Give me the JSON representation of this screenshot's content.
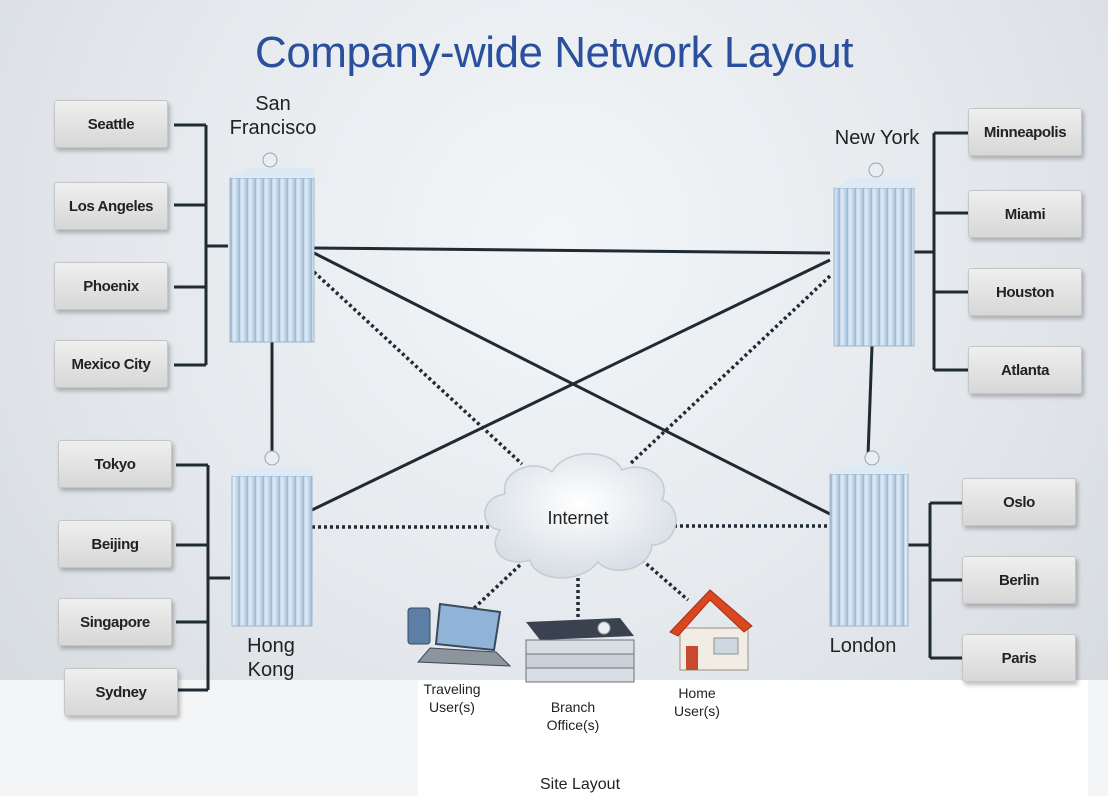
{
  "title": "Company-wide Network Layout",
  "hubs": {
    "sf": {
      "label_line1": "San",
      "label_line2": "Francisco"
    },
    "ny": {
      "label": "New York"
    },
    "hk": {
      "label_line1": "Hong",
      "label_line2": "Kong"
    },
    "london": {
      "label": "London"
    }
  },
  "sf_branches": [
    "Seattle",
    "Los Angeles",
    "Phoenix",
    "Mexico City"
  ],
  "hk_branches": [
    "Tokyo",
    "Beijing",
    "Singapore",
    "Sydney"
  ],
  "ny_branches": [
    "Minneapolis",
    "Miami",
    "Houston",
    "Atlanta"
  ],
  "london_branches": [
    "Oslo",
    "Berlin",
    "Paris"
  ],
  "internet": {
    "label": "Internet"
  },
  "remote": {
    "traveling": {
      "line1": "Traveling",
      "line2": "User(s)"
    },
    "branch": {
      "line1": "Branch",
      "line2": "Office(s)"
    },
    "home": {
      "line1": "Home",
      "line2": "User(s)"
    }
  },
  "footer": "Site Layout",
  "icons": {
    "building": "office-tower-icon",
    "cloud": "cloud-icon",
    "laptop": "laptop-icon",
    "branch_office": "low-rise-building-icon",
    "house": "house-icon"
  },
  "colors": {
    "title": "#2a4f9c",
    "roof": "#d9461f",
    "line": "#1f2a33"
  }
}
